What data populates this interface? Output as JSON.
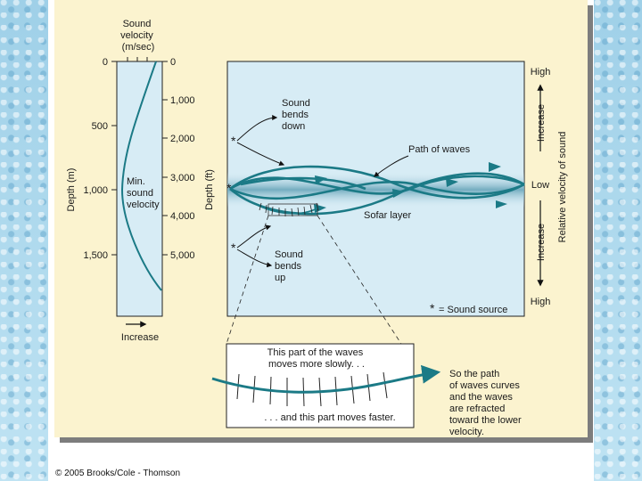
{
  "left_axis": {
    "title": [
      "Sound",
      "velocity",
      "(m/sec)"
    ],
    "depth_m_label": "Depth (m)",
    "depth_ft_label": "Depth (ft)",
    "m_ticks": [
      "0",
      "500",
      "1,000",
      "1,500"
    ],
    "ft_ticks": [
      "0",
      "1,000",
      "2,000",
      "3,000",
      "4,000",
      "5,000"
    ],
    "min_label": [
      "Min.",
      "sound",
      "velocity"
    ],
    "increase_label": "Increase"
  },
  "main": {
    "bends_down": [
      "Sound",
      "bends",
      "down"
    ],
    "bends_up": [
      "Sound",
      "bends",
      "up"
    ],
    "path_label": "Path of waves",
    "sofar_label": "Sofar layer",
    "source_legend": "= Sound source",
    "star": "*"
  },
  "right_axis": {
    "high_top": "High",
    "increase_top": "Increase",
    "low": "Low",
    "increase_bottom": "Increase",
    "high_bottom": "High",
    "title": "Relative velocity of sound"
  },
  "inset": {
    "top_text": [
      "This part of the waves",
      "moves more slowly. . ."
    ],
    "bottom_text": ". . . and this part moves faster.",
    "explanation": [
      "So the path",
      "of waves curves",
      "and the waves",
      "are refracted",
      "toward the lower",
      "velocity."
    ]
  },
  "footer": {
    "copyright": "© 2005 Brooks/Cole - Thomson"
  },
  "colors": {
    "wave": "#1b7a86",
    "water": "#d7ecf5",
    "sofar": "#7fb3c6",
    "card": "#fbf3cf"
  }
}
